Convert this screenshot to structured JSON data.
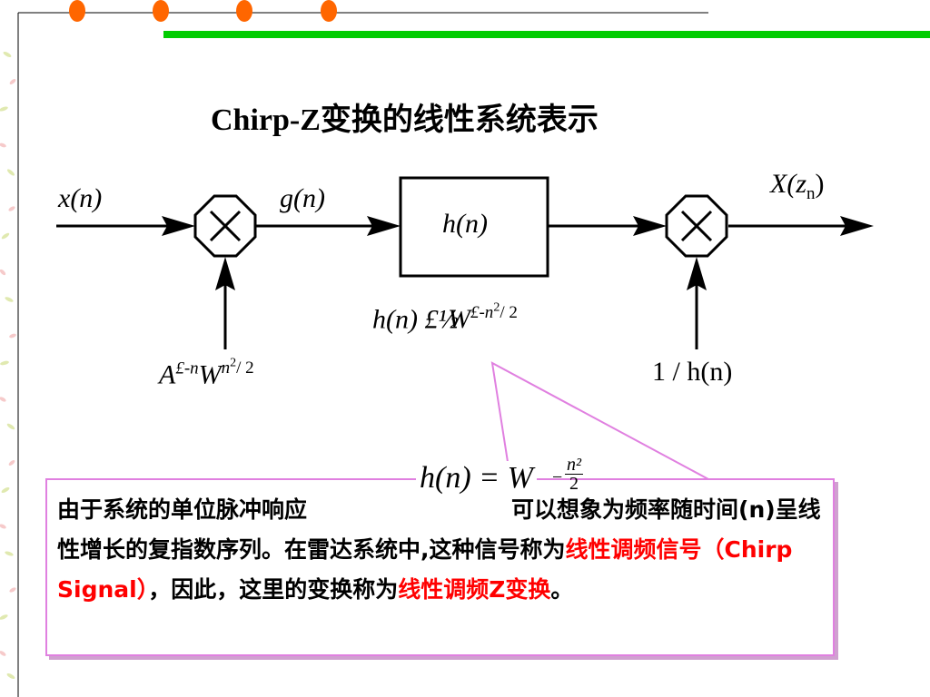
{
  "title": "Chirp-Z变换的线性系统表示",
  "diagram": {
    "input_label": "x(n)",
    "mid_label": "g(n)",
    "filter_label": "h(n)",
    "output_label": "X(z",
    "output_sub": "n",
    "output_close": ")",
    "filter_formula_prefix": "h(n) £½",
    "filter_formula_W": "W",
    "filter_formula_exp": "£-n",
    "filter_formula_exp2": "2",
    "filter_formula_exp3": "/ 2",
    "premult_A": "A",
    "premult_A_exp": "£-n",
    "premult_W": "W",
    "premult_W_exp": "n",
    "premult_W_exp2": "2",
    "premult_W_exp3": "/ 2",
    "postmult_label": "1 / h(n)"
  },
  "note": {
    "formula_lhs": "h(n) = W",
    "formula_exp_num": "n²",
    "formula_exp_den": "2",
    "formula_minus": "−",
    "text_1": "由于系统的单位脉冲响应",
    "text_2": "可以想象为频率随时间(n)呈线性增长的复指数序列。在雷达系统中,这种信号称为",
    "highlight_1": "线性调频信号（Chirp Signal）",
    "text_3": "，因此，这里的变换称为",
    "highlight_2": "线性调频Z变换",
    "text_4": "。"
  },
  "colors": {
    "accent_green": "#00cc00",
    "dot_orange": "#ff6600",
    "box_border": "#e080e0"
  }
}
